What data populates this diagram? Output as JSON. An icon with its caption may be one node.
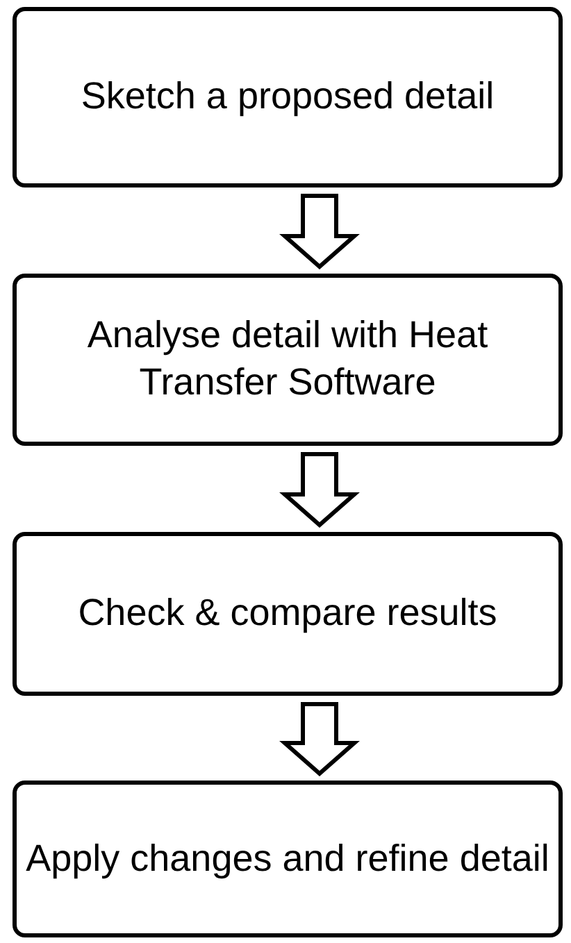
{
  "diagram": {
    "nodes": [
      {
        "text": [
          "Sketch a proposed detail"
        ]
      },
      {
        "text": [
          "Analyse detail with Heat Transfer Software"
        ]
      },
      {
        "text": [
          "Check & compare results"
        ]
      },
      {
        "text": [
          "Apply changes and refine detail"
        ]
      }
    ],
    "edges": [
      {
        "from": 0,
        "to": 1,
        "arrow": "to"
      },
      {
        "from": 1,
        "to": 2,
        "arrow": "to"
      },
      {
        "from": 2,
        "to": 3,
        "arrow": "to"
      }
    ]
  }
}
